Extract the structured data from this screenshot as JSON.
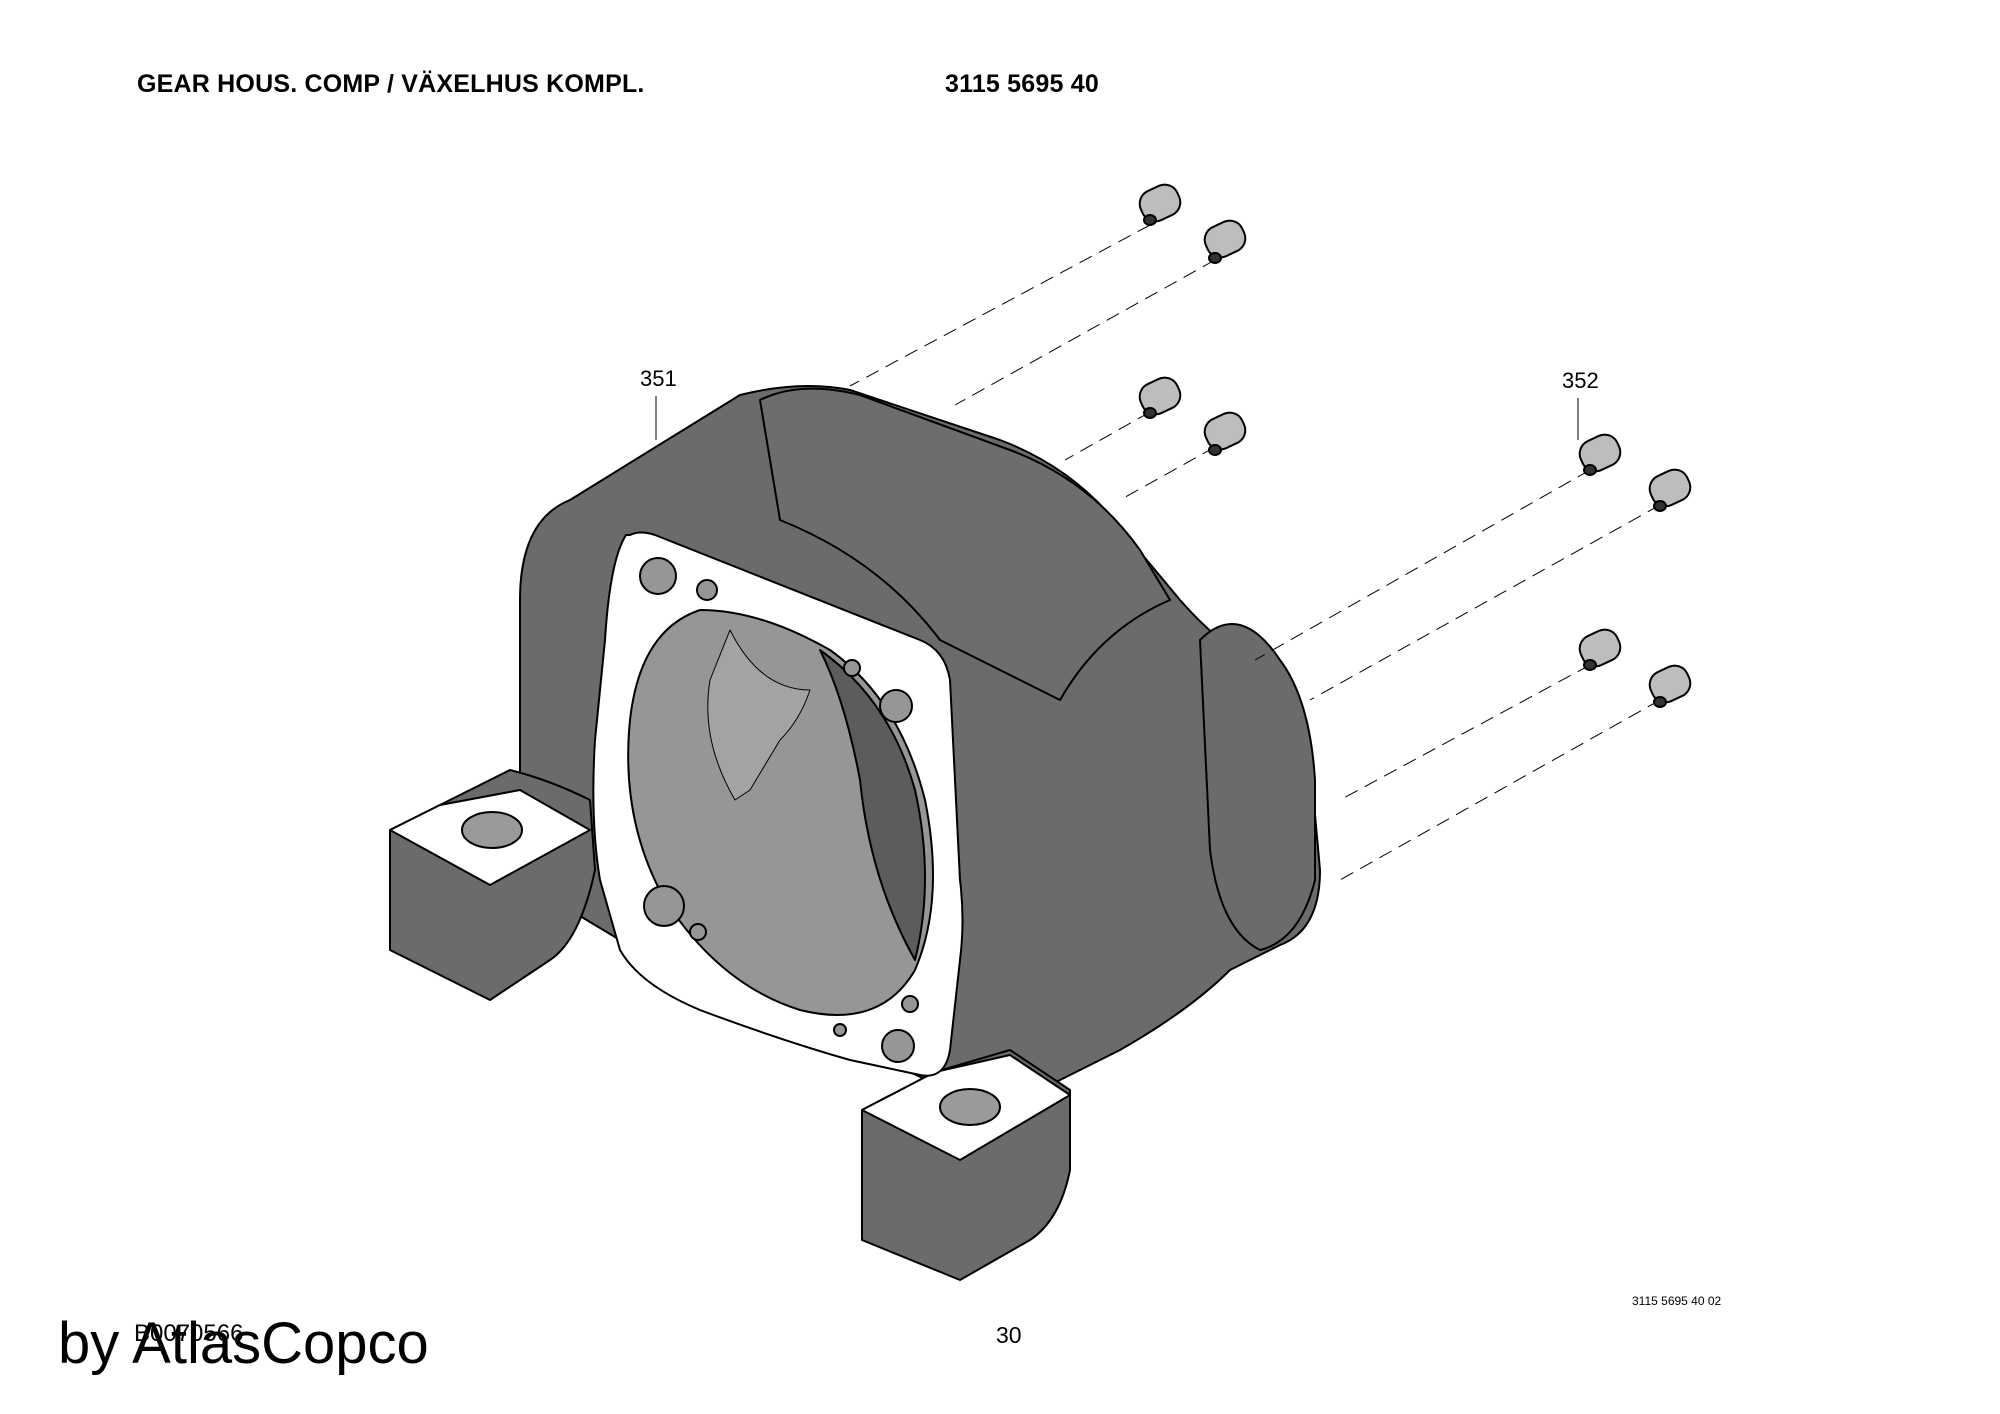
{
  "header": {
    "title": "GEAR HOUS. COMP / VÄXELHUS KOMPL.",
    "part_number": "3115 5695 40"
  },
  "callouts": {
    "housing": "351",
    "plug": "352"
  },
  "footer": {
    "drawing_number": "3115 5695 40 02",
    "page_number": "30",
    "document_id": "B0070566",
    "watermark": "by AtlasCopco"
  },
  "colors": {
    "housing_body": "#6b6b6b",
    "bore_interior": "#969696",
    "flange_face": "#ffffff",
    "plug": "#bdbdbd",
    "outline": "#000000"
  }
}
